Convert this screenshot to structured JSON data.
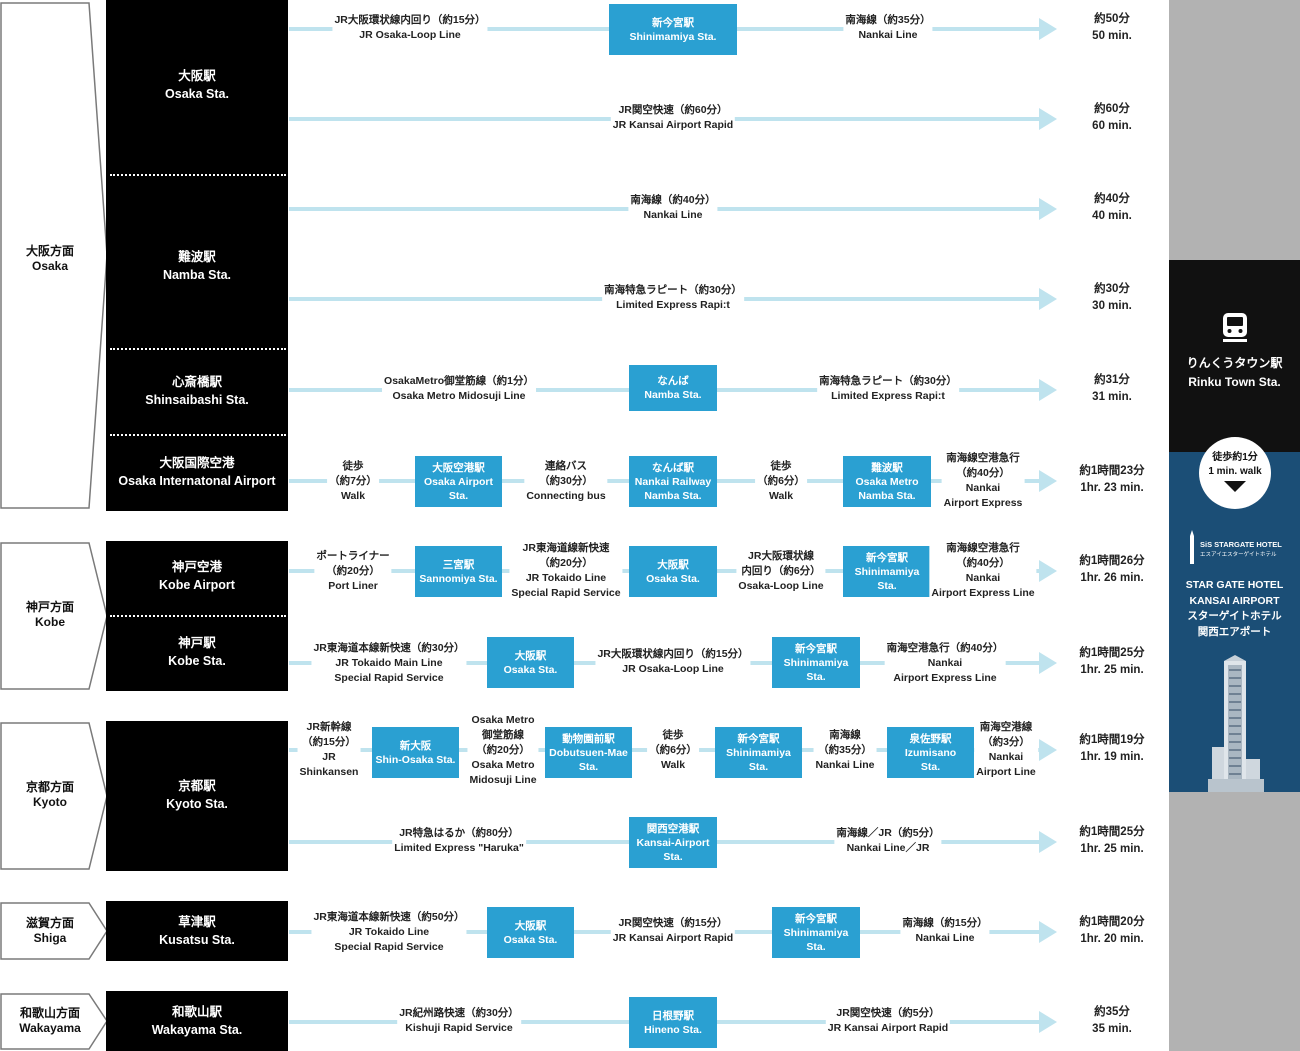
{
  "regions": [
    {
      "label_ja": "大阪方面",
      "label_en": "Osaka"
    },
    {
      "label_ja": "神戸方面",
      "label_en": "Kobe"
    },
    {
      "label_ja": "京都方面",
      "label_en": "Kyoto"
    },
    {
      "label_ja": "滋賀方面",
      "label_en": "Shiga"
    },
    {
      "label_ja": "和歌山方面",
      "label_en": "Wakayama"
    }
  ],
  "origins": [
    {
      "ja": "大阪駅",
      "en": "Osaka Sta."
    },
    {
      "ja": "難波駅",
      "en": "Namba Sta."
    },
    {
      "ja": "心斎橋駅",
      "en": "Shinsaibashi Sta."
    },
    {
      "ja": "大阪国際空港",
      "en": "Osaka Internatonal Airport"
    },
    {
      "ja": "神戸空港",
      "en": "Kobe Airport"
    },
    {
      "ja": "神戸駅",
      "en": "Kobe Sta."
    },
    {
      "ja": "京都駅",
      "en": "Kyoto Sta."
    },
    {
      "ja": "草津駅",
      "en": "Kusatsu Sta."
    },
    {
      "ja": "和歌山駅",
      "en": "Wakayama Sta."
    }
  ],
  "routes": [
    {
      "total_ja": "約50分",
      "total_en": "50 min.",
      "segments": [
        {
          "lines": [
            "JR大阪環状線内回り（約15分）",
            "JR Osaka-Loop Line"
          ]
        },
        {
          "lines": [
            "南海線（約35分）",
            "Nankai Line"
          ]
        }
      ],
      "stations": [
        {
          "lines": [
            "新今宮駅",
            "Shinimamiya Sta."
          ]
        }
      ]
    },
    {
      "total_ja": "約60分",
      "total_en": "60 min.",
      "segments": [
        {
          "lines": [
            "JR関空快速（約60分）",
            "JR Kansai Airport Rapid"
          ]
        }
      ],
      "stations": []
    },
    {
      "total_ja": "約40分",
      "total_en": "40 min.",
      "segments": [
        {
          "lines": [
            "南海線（約40分）",
            "Nankai Line"
          ]
        }
      ],
      "stations": []
    },
    {
      "total_ja": "約30分",
      "total_en": "30 min.",
      "segments": [
        {
          "lines": [
            "南海特急ラピート（約30分）",
            "Limited Express Rapi:t"
          ]
        }
      ],
      "stations": []
    },
    {
      "total_ja": "約31分",
      "total_en": "31 min.",
      "segments": [
        {
          "lines": [
            "OsakaMetro御堂筋線（約1分）",
            "Osaka Metro Midosuji Line"
          ]
        },
        {
          "lines": [
            "南海特急ラピート（約30分）",
            "Limited Express Rapi:t"
          ]
        }
      ],
      "stations": [
        {
          "lines": [
            "なんば",
            "Namba Sta."
          ]
        }
      ]
    },
    {
      "total_ja": "約1時間23分",
      "total_en": "1hr. 23 min.",
      "segments": [
        {
          "lines": [
            "徒歩",
            "（約7分）",
            "Walk"
          ]
        },
        {
          "lines": [
            "連絡バス",
            "（約30分）",
            "Connecting bus"
          ]
        },
        {
          "lines": [
            "徒歩",
            "（約6分）",
            "Walk"
          ]
        },
        {
          "lines": [
            "南海線空港急行",
            "（約40分）",
            "Nankai",
            "Airport Express"
          ]
        }
      ],
      "stations": [
        {
          "lines": [
            "大阪空港駅",
            "Osaka Airport",
            "Sta."
          ]
        },
        {
          "lines": [
            "なんば駅",
            "Nankai Railway",
            "Namba Sta."
          ]
        },
        {
          "lines": [
            "難波駅",
            "Osaka Metro",
            "Namba Sta."
          ]
        }
      ]
    },
    {
      "total_ja": "約1時間26分",
      "total_en": "1hr. 26 min.",
      "segments": [
        {
          "lines": [
            "ポートライナー",
            "（約20分）",
            "Port Liner"
          ]
        },
        {
          "lines": [
            "JR東海道線新快速",
            "（約20分）",
            "JR Tokaido Line",
            "Special Rapid Service"
          ]
        },
        {
          "lines": [
            "JR大阪環状線",
            "内回り（約6分）",
            "Osaka-Loop Line"
          ]
        },
        {
          "lines": [
            "南海線空港急行",
            "（約40分）",
            "Nankai",
            "Airport Express Line"
          ]
        }
      ],
      "stations": [
        {
          "lines": [
            "三宮駅",
            "Sannomiya Sta."
          ]
        },
        {
          "lines": [
            "大阪駅",
            "Osaka Sta."
          ]
        },
        {
          "lines": [
            "新今宮駅",
            "Shinimamiya",
            "Sta."
          ]
        }
      ]
    },
    {
      "total_ja": "約1時間25分",
      "total_en": "1hr. 25 min.",
      "segments": [
        {
          "lines": [
            "JR東海道本線新快速（約30分）",
            "JR Tokaido Main Line",
            "Special Rapid Service"
          ]
        },
        {
          "lines": [
            "JR大阪環状線内回り（約15分）",
            "JR Osaka-Loop Line"
          ]
        },
        {
          "lines": [
            "南海空港急行（約40分）",
            "Nankai",
            "Airport Express Line"
          ]
        }
      ],
      "stations": [
        {
          "lines": [
            "大阪駅",
            "Osaka Sta."
          ]
        },
        {
          "lines": [
            "新今宮駅",
            "Shinimamiya",
            "Sta."
          ]
        }
      ]
    },
    {
      "total_ja": "約1時間19分",
      "total_en": "1hr. 19 min.",
      "segments": [
        {
          "lines": [
            "JR新幹線",
            "（約15分）",
            "JR",
            "Shinkansen"
          ]
        },
        {
          "lines": [
            "Osaka Metro",
            "御堂筋線",
            "（約20分）",
            "Osaka Metro",
            "Midosuji Line"
          ]
        },
        {
          "lines": [
            "徒歩",
            "（約6分）",
            "Walk"
          ]
        },
        {
          "lines": [
            "南海線",
            "（約35分）",
            "Nankai Line"
          ]
        },
        {
          "lines": [
            "南海空港線",
            "（約3分）",
            "Nankai",
            "Airport Line"
          ]
        }
      ],
      "stations": [
        {
          "lines": [
            "新大阪",
            "Shin-Osaka Sta."
          ]
        },
        {
          "lines": [
            "動物園前駅",
            "Dobutsuen-Mae",
            "Sta."
          ]
        },
        {
          "lines": [
            "新今宮駅",
            "Shinimamiya",
            "Sta."
          ]
        },
        {
          "lines": [
            "泉佐野駅",
            "Izumisano",
            "Sta."
          ]
        }
      ]
    },
    {
      "total_ja": "約1時間25分",
      "total_en": "1hr. 25 min.",
      "segments": [
        {
          "lines": [
            "JR特急はるか（約80分）",
            "Limited Express \"Haruka\""
          ]
        },
        {
          "lines": [
            "南海線／JR（約5分）",
            "Nankai Line／JR"
          ]
        }
      ],
      "stations": [
        {
          "lines": [
            "関西空港駅",
            "Kansai-Airport",
            "Sta."
          ]
        }
      ]
    },
    {
      "total_ja": "約1時間20分",
      "total_en": "1hr. 20 min.",
      "segments": [
        {
          "lines": [
            "JR東海道本線新快速（約50分）",
            "JR Tokaido Line",
            "Special Rapid Service"
          ]
        },
        {
          "lines": [
            "JR関空快速（約15分）",
            "JR Kansai Airport Rapid"
          ]
        },
        {
          "lines": [
            "南海線（約15分）",
            "Nankai Line"
          ]
        }
      ],
      "stations": [
        {
          "lines": [
            "大阪駅",
            "Osaka Sta."
          ]
        },
        {
          "lines": [
            "新今宮駅",
            "Shinimamiya",
            "Sta."
          ]
        }
      ]
    },
    {
      "total_ja": "約35分",
      "total_en": "35 min.",
      "segments": [
        {
          "lines": [
            "JR紀州路快速（約30分）",
            "Kishuji Rapid Service"
          ]
        },
        {
          "lines": [
            "JR関空快速（約5分）",
            "JR Kansai Airport Rapid"
          ]
        }
      ],
      "stations": [
        {
          "lines": [
            "日根野駅",
            "Hineno Sta."
          ]
        }
      ]
    }
  ],
  "destination": {
    "station_ja": "りんくうタウン駅",
    "station_en": "Rinku Town Sta.",
    "walk_ja": "徒歩約1分",
    "walk_en": "1 min. walk",
    "hotel_logo_text": "SiS STARGATE HOTEL",
    "hotel_logo_sub": "エスアイエスターゲイトホテル",
    "hotel_en_1": "STAR GATE HOTEL",
    "hotel_en_2": "KANSAI AIRPORT",
    "hotel_ja_1": "スターゲイトホテル",
    "hotel_ja_2": "関西エアポート"
  },
  "colors": {
    "station": "#2aa0d2",
    "arrow": "#bfe3ee",
    "origin": "#000000",
    "panel_grey": "#b2b2b2",
    "panel_blue": "#1b4e76"
  },
  "icons": [
    "train-icon",
    "hotel-building-icon",
    "down-triangle-icon"
  ]
}
